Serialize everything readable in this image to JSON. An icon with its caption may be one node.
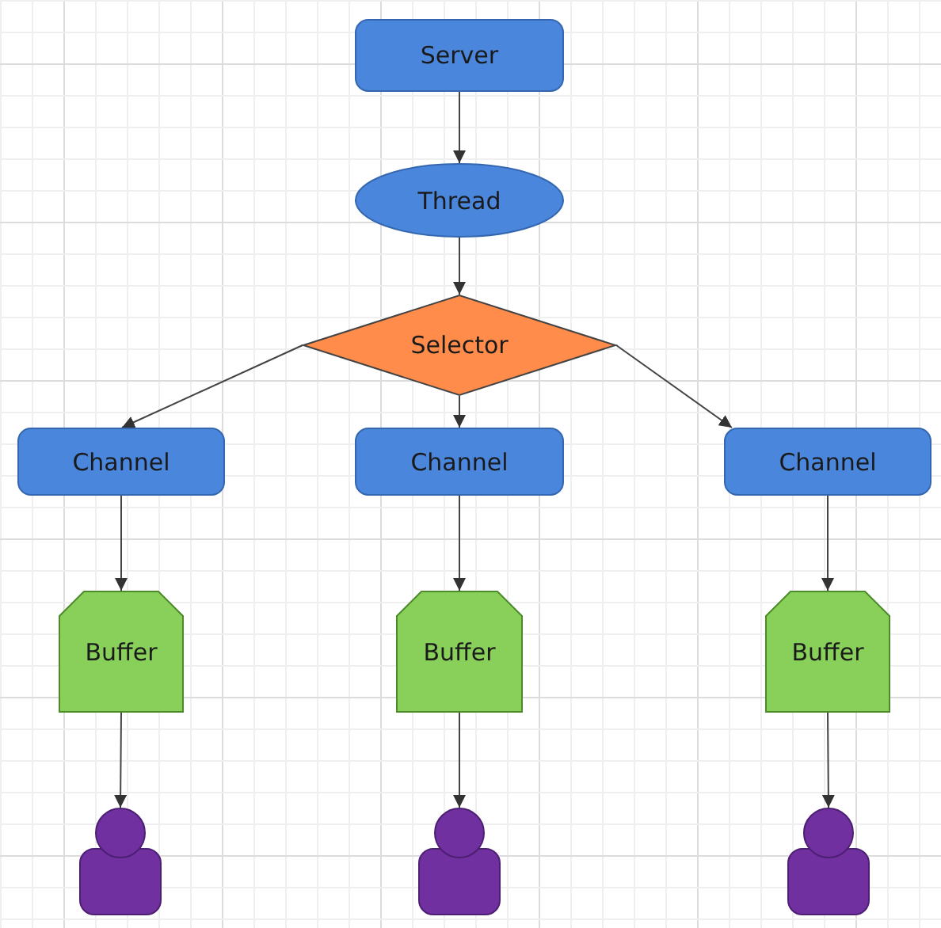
{
  "diagram": {
    "nodes": [
      {
        "text": [
          "Server"
        ]
      },
      {
        "text": [
          "Thread"
        ]
      },
      {
        "text": [
          "Selector"
        ]
      },
      {
        "text": [
          "Channel"
        ]
      },
      {
        "text": [
          "Channel"
        ]
      },
      {
        "text": [
          "Channel"
        ]
      },
      {
        "text": [
          "Buffer"
        ]
      },
      {
        "text": [
          "Buffer"
        ]
      },
      {
        "text": [
          "Buffer"
        ]
      },
      {
        "text": [],
        "shape": "person"
      },
      {
        "text": [],
        "shape": "person"
      },
      {
        "text": [],
        "shape": "person"
      }
    ],
    "edges": [
      {
        "from": 0,
        "to": 1,
        "arrow": "to"
      },
      {
        "from": 1,
        "to": 2,
        "arrow": "to"
      },
      {
        "from": 2,
        "to": 3,
        "arrow": "to"
      },
      {
        "from": 2,
        "to": 4,
        "arrow": "to"
      },
      {
        "from": 2,
        "to": 5,
        "arrow": "to"
      },
      {
        "from": 3,
        "to": 6,
        "arrow": "to"
      },
      {
        "from": 4,
        "to": 7,
        "arrow": "to"
      },
      {
        "from": 5,
        "to": 8,
        "arrow": "to"
      },
      {
        "from": 6,
        "to": 9,
        "arrow": "to"
      },
      {
        "from": 7,
        "to": 10,
        "arrow": "to"
      },
      {
        "from": 8,
        "to": 11,
        "arrow": "to"
      }
    ]
  }
}
